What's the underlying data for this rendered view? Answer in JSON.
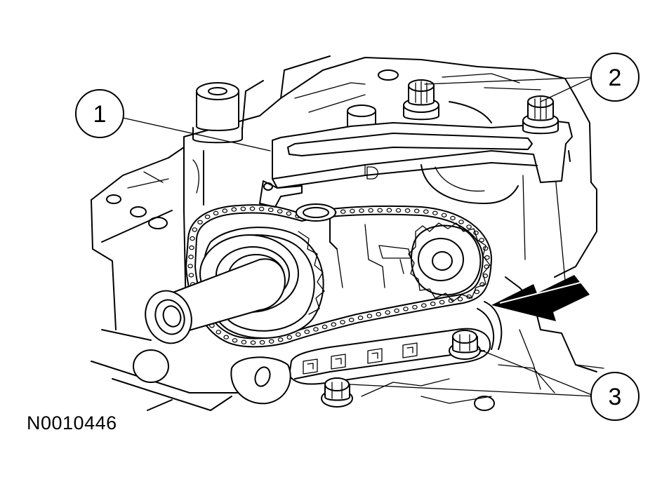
{
  "figure": {
    "code": "N0010446",
    "callouts": [
      {
        "id": "callout-1",
        "label": "1"
      },
      {
        "id": "callout-2",
        "label": "2"
      },
      {
        "id": "callout-3",
        "label": "3"
      }
    ],
    "ink_color": "#000000",
    "paper_color": "#ffffff"
  }
}
